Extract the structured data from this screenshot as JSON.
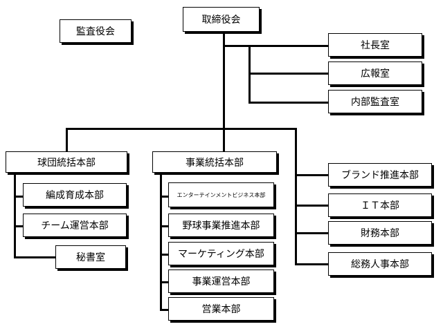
{
  "org_chart": {
    "top": {
      "board": "取締役会",
      "auditors": "監査役会"
    },
    "staff": [
      "社長室",
      "広報室",
      "内部監査室"
    ],
    "team_division": {
      "title": "球団統括本部",
      "units": [
        "編成育成本部",
        "チーム運営本部",
        "秘書室"
      ]
    },
    "business_division": {
      "title": "事業統括本部",
      "units": [
        "エンターテインメントビジネス本部",
        "野球事業推進本部",
        "マーケティング本部",
        "事業運営本部",
        "営業本部"
      ]
    },
    "independent": [
      "ブランド推進本部",
      "ＩＴ本部",
      "財務本部",
      "総務人事本部"
    ]
  }
}
